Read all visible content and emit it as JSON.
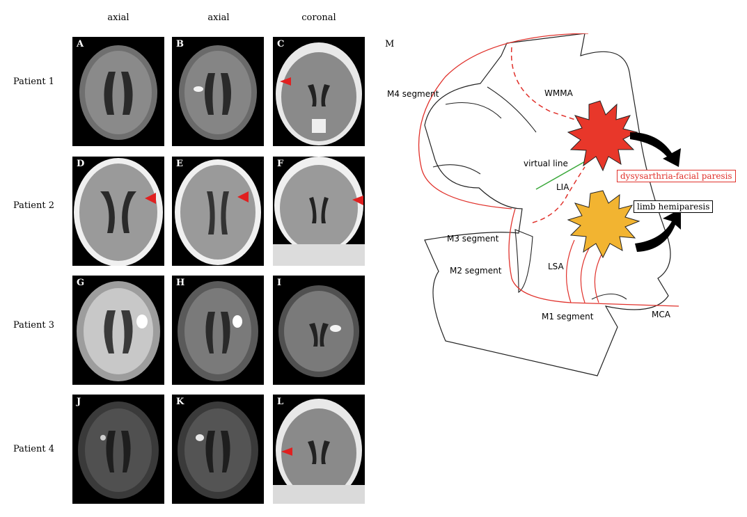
{
  "columns": [
    "axial",
    "axial",
    "coronal"
  ],
  "rows": [
    "Patient 1",
    "Patient 2",
    "Patient 3",
    "Patient 4"
  ],
  "panels": [
    "A",
    "B",
    "C",
    "D",
    "E",
    "F",
    "G",
    "H",
    "I",
    "J",
    "K",
    "L"
  ],
  "diagram": {
    "letter": "M",
    "labels": {
      "m4": "M4 segment",
      "m3": "M3 segment",
      "m2": "M2 segment",
      "m1": "M1 segment",
      "wmma": "WMMA",
      "virtual_line": "virtual line",
      "lia": "LIA",
      "lsa": "LSA",
      "mca": "MCA"
    },
    "boxes": {
      "dysarthria": "dysysarthria-facial paresis",
      "limb": "limb hemiparesis"
    }
  },
  "colors": {
    "red_artery": "#e0302a",
    "green_line": "#3aa83a",
    "red_star": "#e8372a",
    "yellow_star": "#f2b431",
    "arrowhead": "#e02020"
  }
}
